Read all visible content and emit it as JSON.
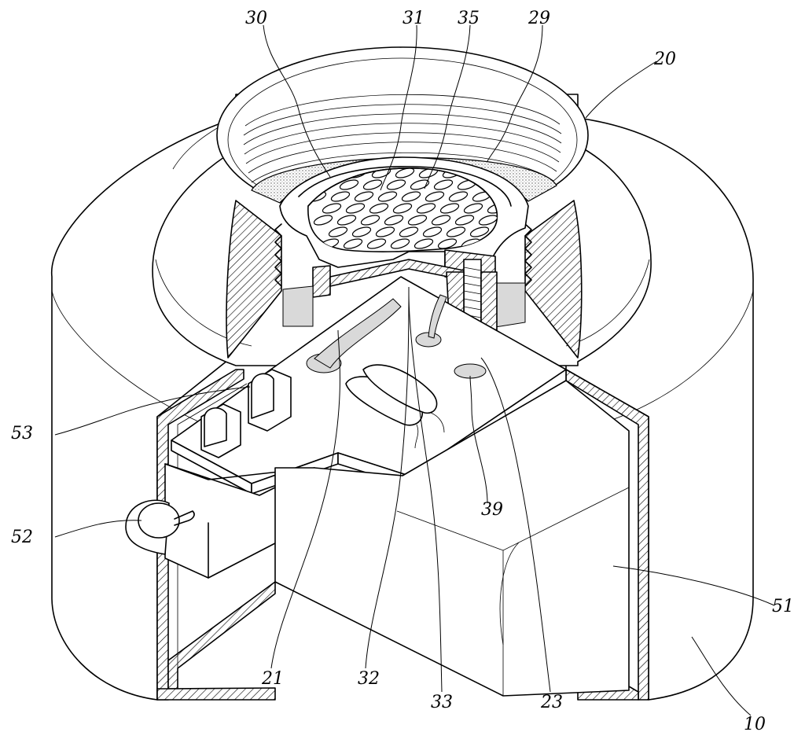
{
  "figure": {
    "reference_numerals": [
      {
        "id": "n30",
        "text": "30"
      },
      {
        "id": "n31",
        "text": "31"
      },
      {
        "id": "n35",
        "text": "35"
      },
      {
        "id": "n29",
        "text": "29"
      },
      {
        "id": "n20",
        "text": "20"
      },
      {
        "id": "n53",
        "text": "53"
      },
      {
        "id": "n52",
        "text": "52"
      },
      {
        "id": "n39",
        "text": "39"
      },
      {
        "id": "n51",
        "text": "51"
      },
      {
        "id": "n21",
        "text": "21"
      },
      {
        "id": "n32",
        "text": "32"
      },
      {
        "id": "n33",
        "text": "33"
      },
      {
        "id": "n23",
        "text": "23"
      },
      {
        "id": "n10",
        "text": "10"
      }
    ]
  }
}
